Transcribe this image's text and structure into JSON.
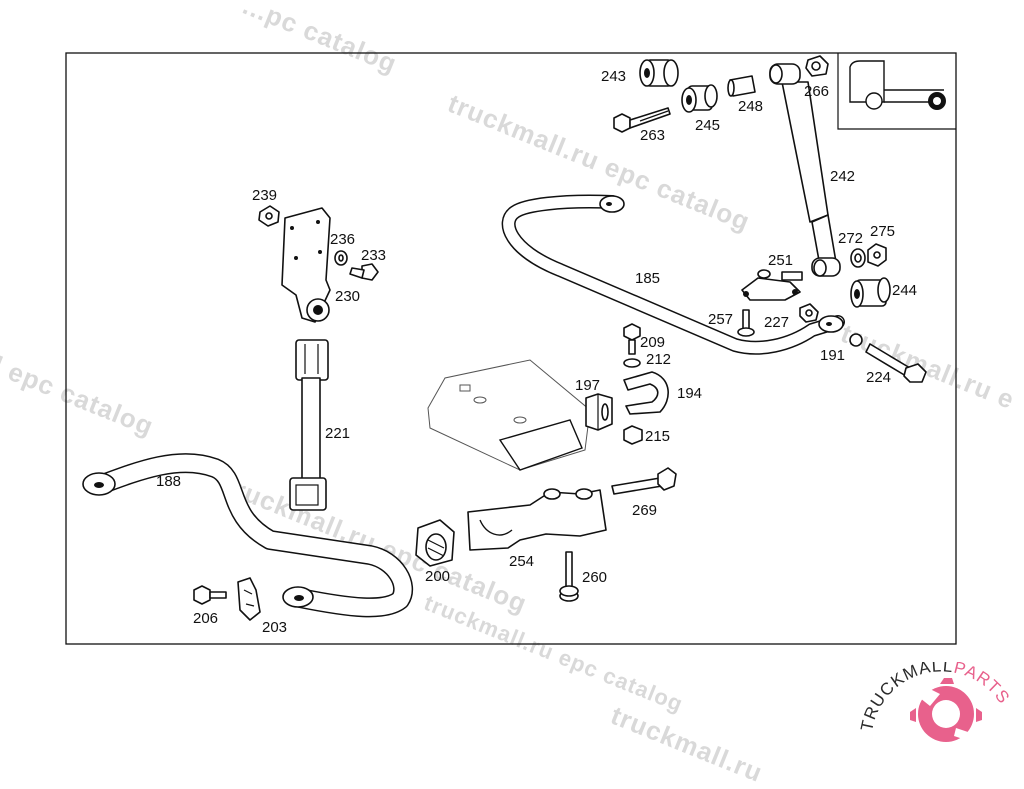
{
  "watermarks": [
    "...pc catalog",
    "truckmall.ru epc catalog",
    "l epc catalog",
    "truckmall.ru epc catalog",
    "truckmall.ru e",
    "truckmall.ru epc catalog",
    "truckmall.ru"
  ],
  "parts": [
    {
      "id": "243"
    },
    {
      "id": "245"
    },
    {
      "id": "248"
    },
    {
      "id": "266"
    },
    {
      "id": "263"
    },
    {
      "id": "242"
    },
    {
      "id": "239"
    },
    {
      "id": "236"
    },
    {
      "id": "233"
    },
    {
      "id": "230"
    },
    {
      "id": "185"
    },
    {
      "id": "251"
    },
    {
      "id": "272"
    },
    {
      "id": "275"
    },
    {
      "id": "244"
    },
    {
      "id": "257"
    },
    {
      "id": "227"
    },
    {
      "id": "191"
    },
    {
      "id": "224"
    },
    {
      "id": "209"
    },
    {
      "id": "212"
    },
    {
      "id": "197"
    },
    {
      "id": "194"
    },
    {
      "id": "215"
    },
    {
      "id": "221"
    },
    {
      "id": "188"
    },
    {
      "id": "269"
    },
    {
      "id": "254"
    },
    {
      "id": "200"
    },
    {
      "id": "260"
    },
    {
      "id": "206"
    },
    {
      "id": "203"
    }
  ],
  "logo": {
    "text_main": "TRUCKMALL",
    "text_accent": "PARTS",
    "color_main": "#2b2b2b",
    "color_accent": "#e8618c"
  }
}
